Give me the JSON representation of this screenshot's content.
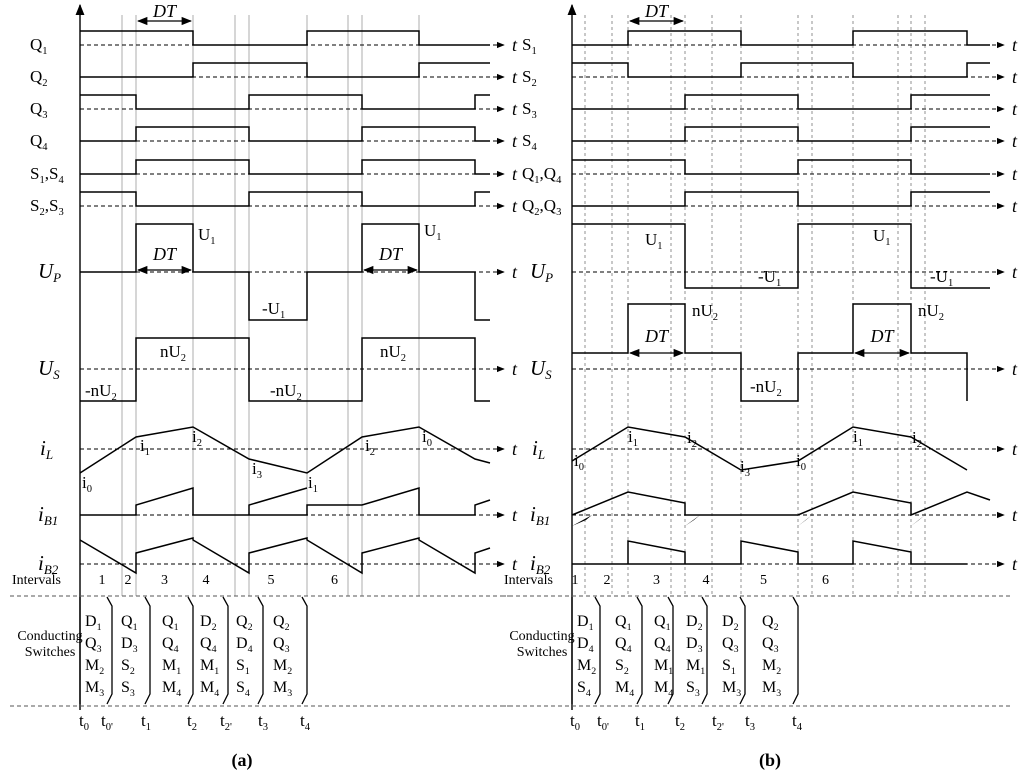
{
  "panels": [
    {
      "caption": "(a)",
      "signals": [
        "Q1",
        "Q2",
        "Q3",
        "Q4",
        "S1,S4",
        "S2,S3"
      ],
      "plots": {
        "up": "UP",
        "us": "US",
        "il": "iL",
        "ib1": "iB1",
        "ib2": "iB2",
        "up_pos": "U1",
        "up_neg": "-U1",
        "us_pos": "nU2",
        "us_neg": "-nU2",
        "dt": "DT",
        "il_marks": [
          "i0",
          "i1",
          "i2",
          "i3",
          "i1",
          "i2",
          "i0"
        ]
      },
      "intervals_label": "Intervals",
      "intervals": [
        "1",
        "2",
        "3",
        "4",
        "5",
        "6"
      ],
      "conducting_label": [
        "Conducting",
        "Switches"
      ],
      "switch_groups": [
        [
          "D1",
          "Q3",
          "M2",
          "M3"
        ],
        [
          "Q1",
          "D3",
          "S2",
          "S3"
        ],
        [
          "Q1",
          "Q4",
          "M1",
          "M4"
        ],
        [
          "D2",
          "Q4",
          "M1",
          "M4"
        ],
        [
          "Q2",
          "D4",
          "S1",
          "S4"
        ],
        [
          "Q2",
          "Q3",
          "M2",
          "M3"
        ]
      ],
      "times": [
        "t0",
        "t0'",
        "t1",
        "t2",
        "t2'",
        "t3",
        "t4"
      ]
    },
    {
      "caption": "(b)",
      "signals": [
        "S1",
        "S2",
        "S3",
        "S4",
        "Q1,Q4",
        "Q2,Q3"
      ],
      "plots": {
        "up": "UP",
        "us": "US",
        "il": "iL",
        "ib1": "iB1",
        "ib2": "iB2",
        "up_pos": "U1",
        "up_neg": "-U1",
        "us_pos": "nU2",
        "us_neg": "-nU2",
        "dt": "DT",
        "il_marks": [
          "i0",
          "i1",
          "i2",
          "i3",
          "i0",
          "i1",
          "i2"
        ]
      },
      "intervals_label": "Intervals",
      "intervals": [
        "1",
        "2",
        "3",
        "4",
        "5",
        "6"
      ],
      "conducting_label": [
        "Conducting",
        "Switches"
      ],
      "switch_groups": [
        [
          "D1",
          "D4",
          "M2",
          "S4"
        ],
        [
          "Q1",
          "Q4",
          "S2",
          "M4"
        ],
        [
          "Q1",
          "Q4",
          "M1",
          "M4"
        ],
        [
          "D2",
          "D3",
          "M1",
          "S3"
        ],
        [
          "D2",
          "Q3",
          "S1",
          "M3"
        ],
        [
          "Q2",
          "Q3",
          "M2",
          "M3"
        ]
      ],
      "times": [
        "t0",
        "t0'",
        "t1",
        "t2",
        "t2'",
        "t3",
        "t4"
      ]
    }
  ],
  "time_axis_label": "t"
}
